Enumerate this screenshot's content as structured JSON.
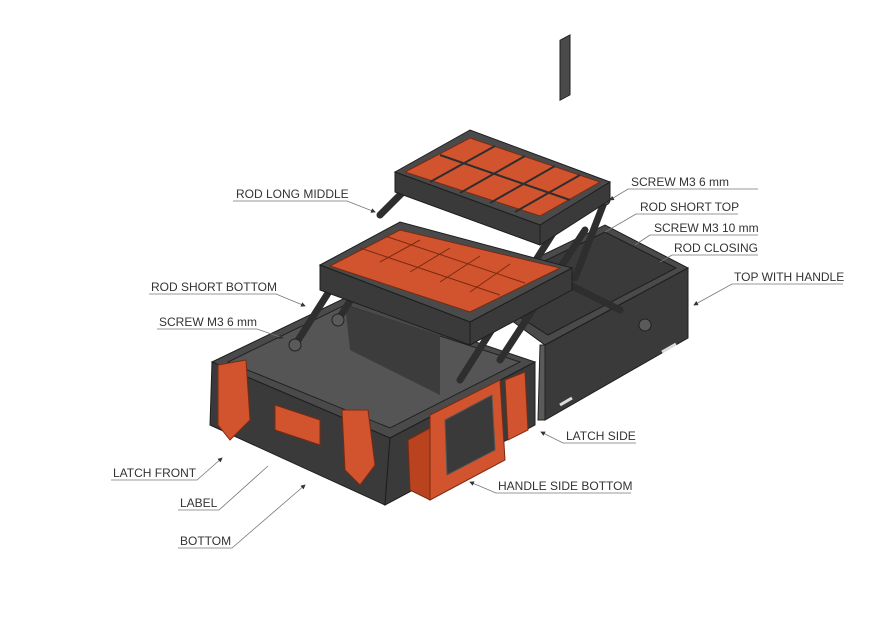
{
  "labels": {
    "rod_long_middle": "ROD LONG MIDDLE",
    "screw_m3_6_top": "SCREW M3 6 mm",
    "rod_short_top": "ROD SHORT TOP",
    "screw_m3_10": "SCREW M3 10 mm",
    "rod_closing": "ROD CLOSING",
    "top_with_handle": "TOP WITH HANDLE",
    "rod_short_bottom": "ROD SHORT BOTTOM",
    "screw_m3_6_bottom": "SCREW M3 6 mm",
    "latch_front": "LATCH FRONT",
    "label": "LABEL",
    "bottom": "BOTTOM",
    "latch_side": "LATCH SIDE",
    "handle_side_bottom": "HANDLE SIDE BOTTOM"
  },
  "colors": {
    "body": "#3a3a3a",
    "accent": "#d2542e",
    "background": "#ffffff"
  }
}
